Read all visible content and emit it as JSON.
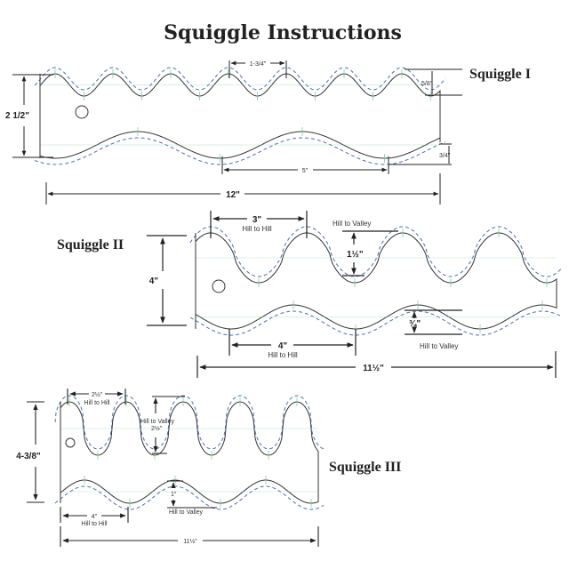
{
  "title": "Squiggle Instructions",
  "colors": {
    "outline": "#333333",
    "seam": "#4a6fb5",
    "guide": "#7fcf9f"
  },
  "squiggle1": {
    "name": "Squiggle I",
    "height": "2 1/2\"",
    "hill_spacing": "1-3/4\"",
    "top_depth": "5/8\"",
    "bottom_depth": "3/4\"",
    "bottom_spacing": "5\"",
    "length": "12\""
  },
  "squiggle2": {
    "name": "Squiggle II",
    "height": "4\"",
    "top_spacing": "3\"",
    "top_spacing_label": "Hill to Hill",
    "top_depth_label": "Hill to Valley",
    "top_depth": "1½\"",
    "bottom_spacing": "4\"",
    "bottom_spacing_label": "Hill to Hill",
    "bottom_depth": "¾\"",
    "bottom_depth_label": "Hill to Valley",
    "length": "11½\""
  },
  "squiggle3": {
    "name": "Squiggle III",
    "height": "4-3/8\"",
    "top_spacing": "2½\"",
    "top_spacing_label": "Hill to Hill",
    "top_depth_label": "Hill to Valley",
    "top_depth": "2½\"",
    "bottom_spacing": "4\"",
    "bottom_spacing_label": "Hill to Hill",
    "bottom_depth": "1\"",
    "bottom_depth_label": "Hill to Valley",
    "length": "11½\""
  }
}
